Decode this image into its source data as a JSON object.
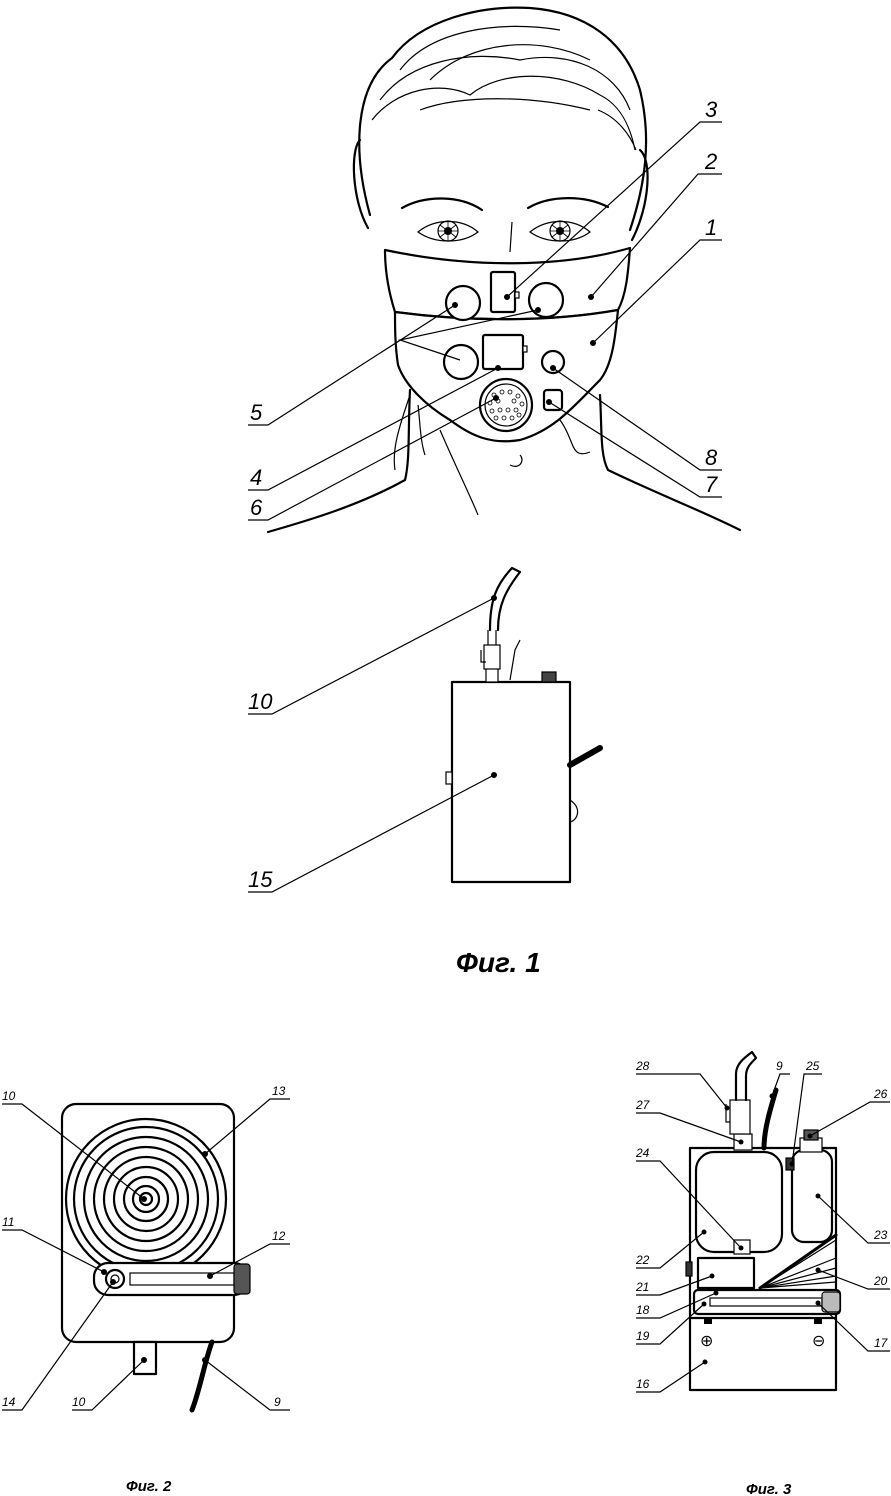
{
  "figure1": {
    "caption": "Фиг. 1",
    "labels": {
      "l1": "1",
      "l2": "2",
      "l3": "3",
      "l4": "4",
      "l5": "5",
      "l6": "6",
      "l7": "7",
      "l8": "8",
      "l10": "10",
      "l15": "15"
    }
  },
  "figure2": {
    "caption": "Фиг. 2",
    "labels": {
      "l10a": "10",
      "l13": "13",
      "l11": "11",
      "l12": "12",
      "l14": "14",
      "l10b": "10",
      "l9": "9"
    }
  },
  "figure3": {
    "caption": "Фиг. 3",
    "plus_symbol": "⊕",
    "minus_symbol": "⊖",
    "labels": {
      "l28": "28",
      "l9": "9",
      "l25": "25",
      "l26": "26",
      "l27": "27",
      "l24": "24",
      "l23": "23",
      "l22": "22",
      "l21": "21",
      "l20": "20",
      "l18": "18",
      "l19": "19",
      "l17": "17",
      "l16": "16"
    }
  }
}
